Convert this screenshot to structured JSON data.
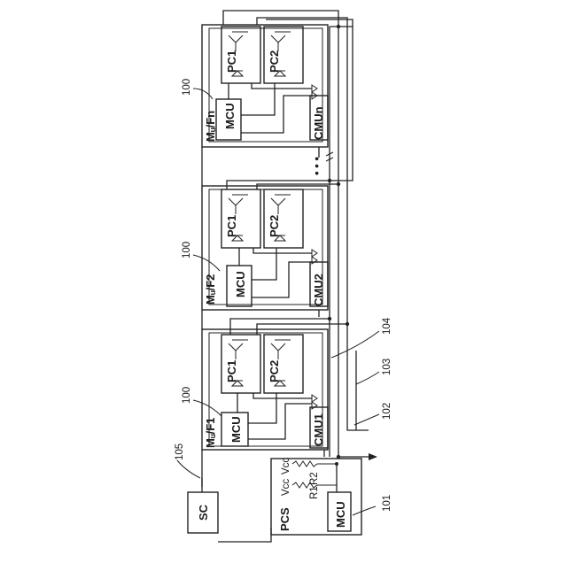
{
  "labels": {
    "sc": "SC",
    "pcs": "PCS",
    "mcu": "MCU",
    "pc1": "PC1",
    "pc2": "PC2",
    "vcc": "Vcc",
    "r1": "R1",
    "r2": "R2",
    "ellipsis": "• • •"
  },
  "modules": [
    {
      "ref": "100",
      "name": "Mᵤ/F1",
      "cmu": "CMU1"
    },
    {
      "ref": "100",
      "name": "Mᵤ/F2",
      "cmu": "CMU2"
    },
    {
      "ref": "100",
      "name": "Mᵤ/Fn",
      "cmu": "CMUn"
    }
  ],
  "refs": {
    "pcs": "101",
    "line_a": "102",
    "line_b": "103",
    "line_c": "104",
    "sc": "105"
  }
}
